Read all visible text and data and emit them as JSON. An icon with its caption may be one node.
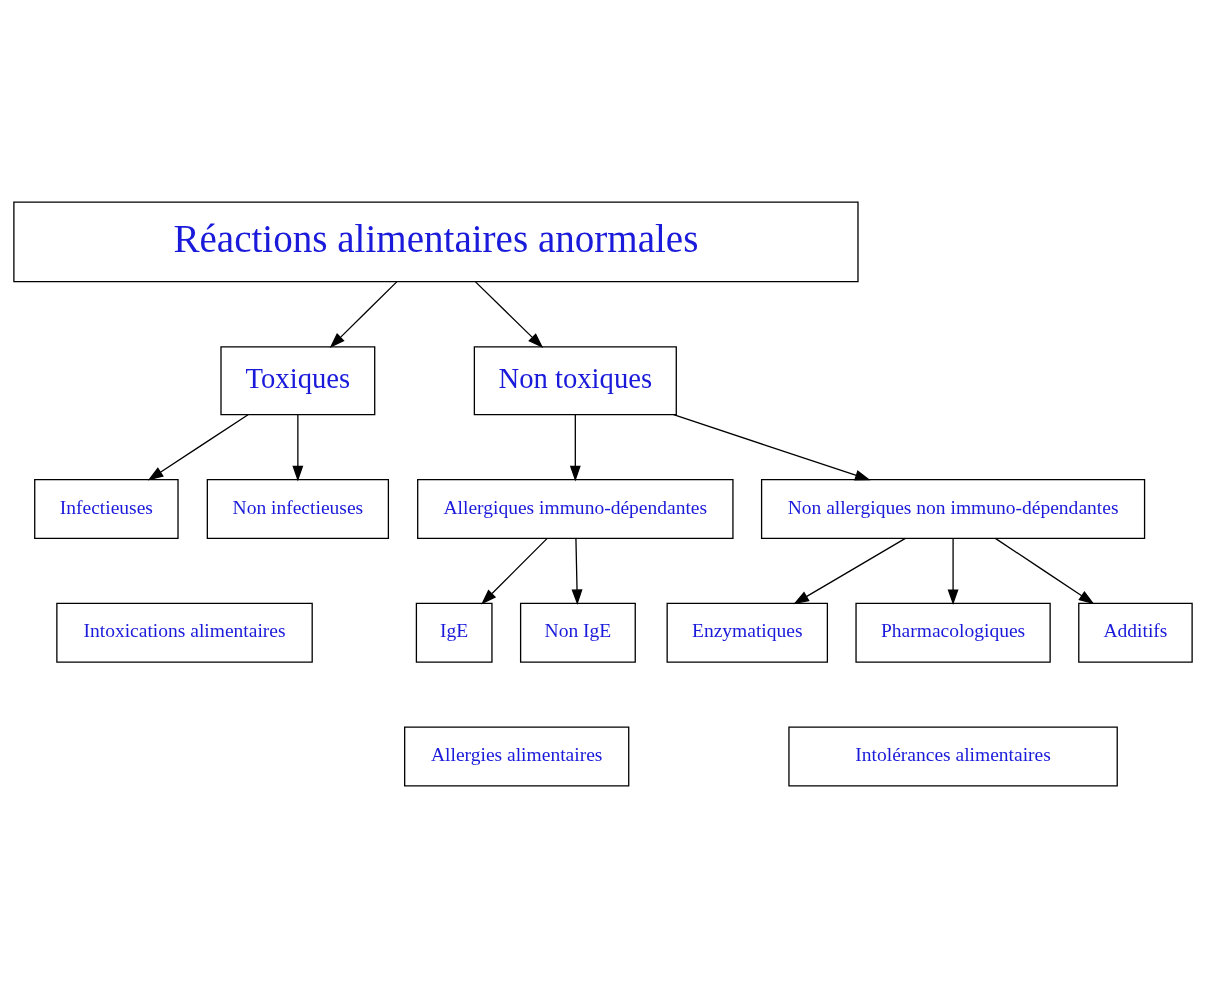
{
  "diagram": {
    "nodes": [
      {
        "text": [
          "Réactions alimentaires anormales"
        ]
      },
      {
        "text": [
          "Toxiques"
        ]
      },
      {
        "text": [
          "Non toxiques"
        ]
      },
      {
        "text": [
          "Allergiques immuno-dépendantes"
        ]
      },
      {
        "text": [
          "Non allergiques non immuno-dépendantes"
        ]
      },
      {
        "text": [
          "Infectieuses"
        ]
      },
      {
        "text": [
          "Non infectieuses"
        ]
      },
      {
        "text": [
          "IgE"
        ]
      },
      {
        "text": [
          "Non IgE"
        ]
      },
      {
        "text": [
          "Enzymatiques"
        ]
      },
      {
        "text": [
          "Pharmacologiques"
        ]
      },
      {
        "text": [
          "Additifs"
        ]
      },
      {
        "text": [
          "Intoxications alimentaires"
        ]
      },
      {
        "text": [
          "Allergies alimentaires"
        ]
      },
      {
        "text": [
          "Intolérances alimentaires"
        ]
      }
    ],
    "edges": [
      {
        "from": 0,
        "to": 1,
        "arrow": "to"
      },
      {
        "from": 0,
        "to": 2,
        "arrow": "to"
      },
      {
        "from": 2,
        "to": 3,
        "arrow": "to"
      },
      {
        "from": 2,
        "to": 4,
        "arrow": "to"
      },
      {
        "from": 1,
        "to": 5,
        "arrow": "to"
      },
      {
        "from": 1,
        "to": 6,
        "arrow": "to"
      },
      {
        "from": 3,
        "to": 7,
        "arrow": "to"
      },
      {
        "from": 3,
        "to": 8,
        "arrow": "to"
      },
      {
        "from": 4,
        "to": 9,
        "arrow": "to"
      },
      {
        "from": 4,
        "to": 10,
        "arrow": "to"
      },
      {
        "from": 4,
        "to": 11,
        "arrow": "to"
      }
    ]
  }
}
